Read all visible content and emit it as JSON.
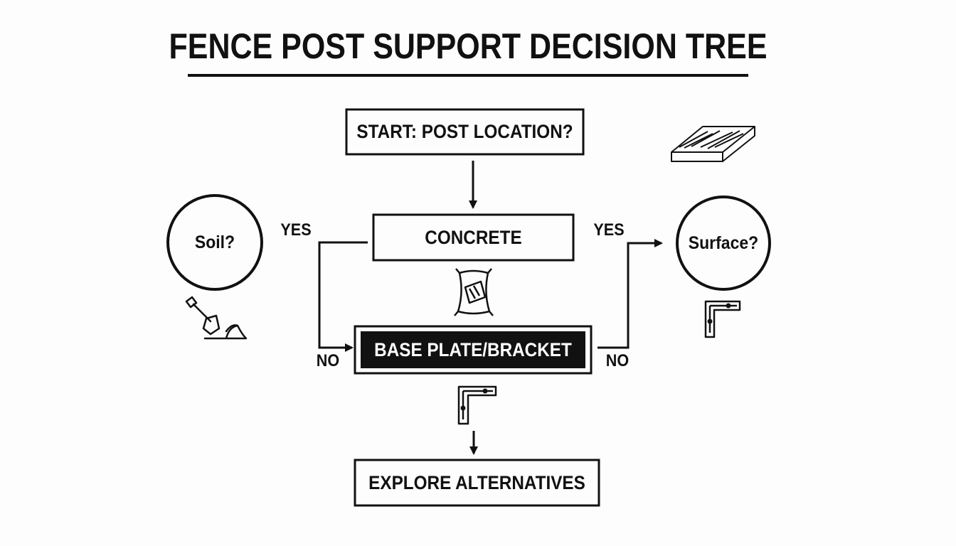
{
  "title": "FENCE POST SUPPORT DECISION TREE",
  "nodes": {
    "start": "START: POST LOCATION?",
    "concrete": "CONCRETE",
    "base_plate": "BASE PLATE/BRACKET",
    "explore": "EXPLORE ALTERNATIVES",
    "soil": "Soil?",
    "surface": "Surface?"
  },
  "edges": {
    "left_yes": "YES",
    "left_no": "NO",
    "right_yes": "YES",
    "right_no": "NO"
  },
  "icons": {
    "wood_plank": "wood-plank-icon",
    "shovel": "shovel-icon",
    "cement_bag": "cement-bag-icon",
    "bracket_right": "bracket-icon",
    "bracket_center": "bracket-icon"
  },
  "colors": {
    "ink": "#111111",
    "background": "#fdfdfd",
    "inverse_text": "#ffffff"
  }
}
